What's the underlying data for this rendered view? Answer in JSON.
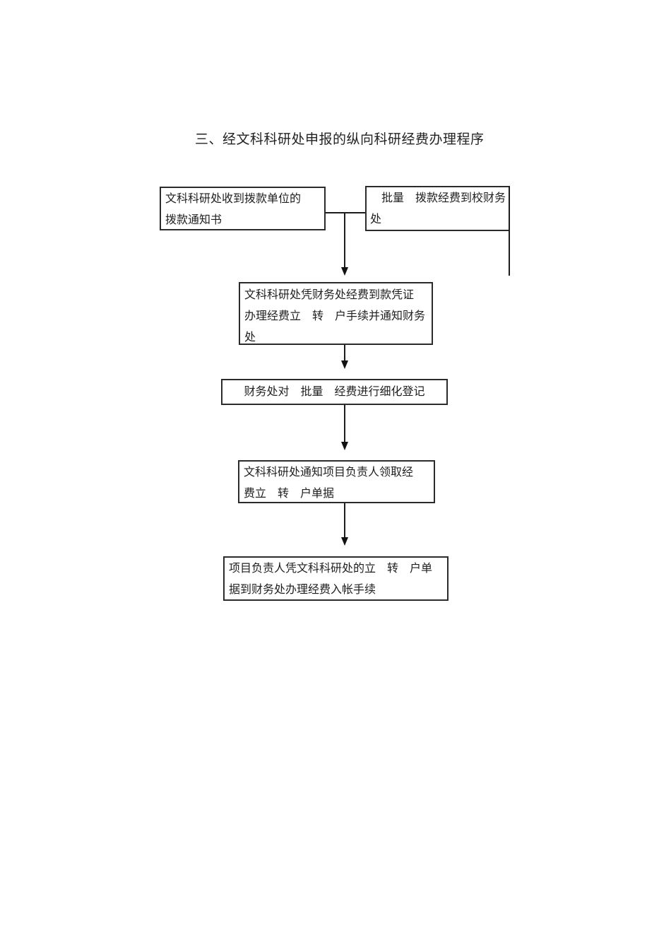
{
  "page": {
    "title": "三、经文科科研处申报的纵向科研经费办理程序"
  },
  "flowchart": {
    "nodes": [
      {
        "id": "box1",
        "text": "文科科研处收到拨款单位的\n拨款通知书"
      },
      {
        "id": "box2",
        "text": "　批量　拨款经费到校财务\n处"
      },
      {
        "id": "box3",
        "text": "文科科研处凭财务处经费到款凭证\n办理经费立　转　户手续并通知财务\n处"
      },
      {
        "id": "box4",
        "text": "财务处对　批量　经费进行细化登记"
      },
      {
        "id": "box5",
        "text": "文科科研处通知项目负责人领取经\n费立　转　户单据"
      },
      {
        "id": "box6",
        "text": "项目负责人凭文科科研处的立　转　户单\n据到财务处办理经费入帐手续"
      }
    ],
    "connectors": [
      {
        "from": "box1",
        "to": "box2",
        "type": "plain-elbow"
      },
      {
        "from": "box1-box2-junction",
        "to": "box3",
        "type": "arrow-down"
      },
      {
        "from": "box2-right-edge",
        "to": "down-tail",
        "type": "plain-line"
      },
      {
        "from": "box3",
        "to": "box4",
        "type": "arrow-down"
      },
      {
        "from": "box4",
        "to": "box5",
        "type": "arrow-down"
      },
      {
        "from": "box5",
        "to": "box6",
        "type": "arrow-down"
      }
    ]
  }
}
